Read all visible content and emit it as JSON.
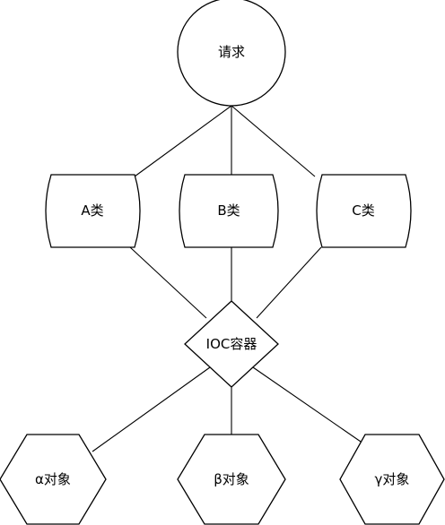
{
  "nodes": {
    "request": {
      "label": "请求"
    },
    "class_a": {
      "label": "A类"
    },
    "class_b": {
      "label": "B类"
    },
    "class_c": {
      "label": "C类"
    },
    "ioc": {
      "label": "IOC容器"
    },
    "obj_alpha": {
      "label": "α对象"
    },
    "obj_beta": {
      "label": "β对象"
    },
    "obj_gamma": {
      "label": "γ对象"
    }
  },
  "edges": [
    [
      "request",
      "class_a"
    ],
    [
      "request",
      "class_b"
    ],
    [
      "request",
      "class_c"
    ],
    [
      "class_a",
      "ioc"
    ],
    [
      "class_b",
      "ioc"
    ],
    [
      "class_c",
      "ioc"
    ],
    [
      "ioc",
      "obj_alpha"
    ],
    [
      "ioc",
      "obj_beta"
    ],
    [
      "ioc",
      "obj_gamma"
    ]
  ]
}
